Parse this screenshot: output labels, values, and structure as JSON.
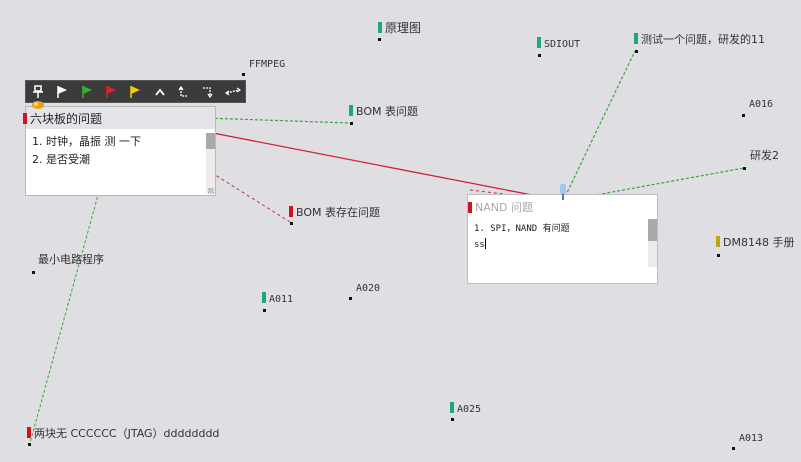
{
  "colors": {
    "background": "#dedee3",
    "flag_green": "#1fa67a",
    "flag_red": "#d0141c",
    "flag_olive": "#b8a812",
    "link_red": "#d0223a",
    "link_green": "#3aa33a"
  },
  "toolbar": {
    "buttons": [
      {
        "name": "pin",
        "glyph": "pin-icon"
      },
      {
        "name": "flag-white",
        "glyph": "flag-white-icon"
      },
      {
        "name": "flag-green",
        "glyph": "flag-green-icon"
      },
      {
        "name": "flag-red",
        "glyph": "flag-red-icon"
      },
      {
        "name": "flag-yellow",
        "glyph": "flag-yellow-icon"
      },
      {
        "name": "collapse",
        "glyph": "chevron-up-icon"
      },
      {
        "name": "link-up",
        "glyph": "link-up-icon"
      },
      {
        "name": "link-down",
        "glyph": "link-down-icon"
      },
      {
        "name": "link-both",
        "glyph": "link-both-icon"
      }
    ]
  },
  "notes": {
    "six_board": {
      "title": "六块板的问题",
      "lines": [
        "1. 时钟，晶振 测 一下",
        "2. 是否受潮"
      ]
    },
    "nand": {
      "title": "NAND 问题",
      "lines": [
        "1. SPI，NAND 有问题",
        "ss"
      ]
    }
  },
  "nodes": {
    "schematic": "原理图",
    "ffmpeg": "FFMPEG",
    "bom_table": "BOM 表问题",
    "sdiout": "SDIOUT",
    "test_issue": "测试一个问题，研发的11",
    "a016": "A016",
    "rd2": "研发2",
    "bom_exists": "BOM 表存在问题",
    "dm8148": "DM8148 手册",
    "min_circuit": "最小电路程序",
    "a011": "A011",
    "a020": "A020",
    "a025": "A025",
    "a013": "A013",
    "jtag": "两块无 CCCCCC（JTAG）dddddddd"
  }
}
